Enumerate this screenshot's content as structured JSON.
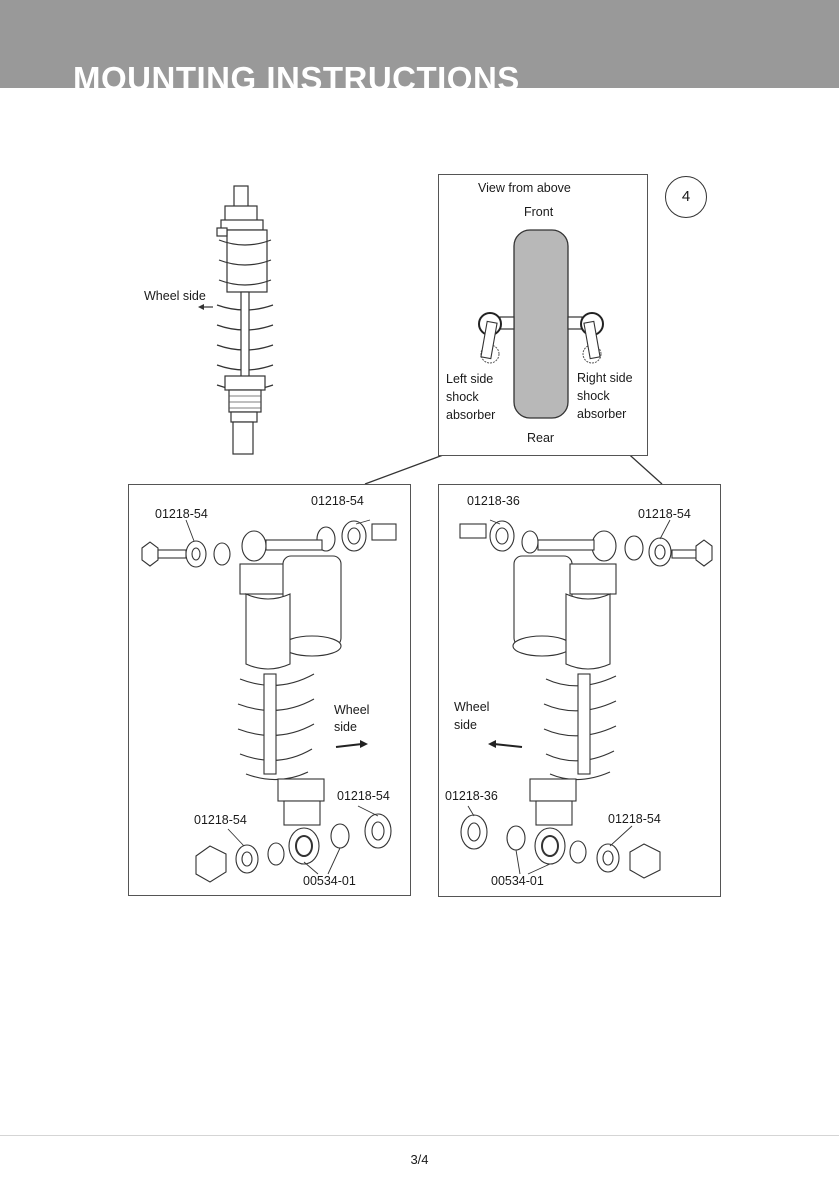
{
  "header": {
    "title": "MOUNTING INSTRUCTIONS"
  },
  "step": {
    "number": "4"
  },
  "shock_diagram": {
    "wheel_side": "Wheel side"
  },
  "top_view": {
    "title": "View from above",
    "front": "Front",
    "rear": "Rear",
    "left_label": [
      "Left side",
      "shock",
      "absorber"
    ],
    "right_label": [
      "Right side",
      "shock",
      "absorber"
    ]
  },
  "left_panel": {
    "top_left_part": "01218-54",
    "top_right_part": "01218-54",
    "wheel_side": [
      "Wheel",
      "side"
    ],
    "bottom_right_part": "01218-54",
    "bottom_left_part": "01218-54",
    "bottom_center_part": "00534-01"
  },
  "right_panel": {
    "top_left_part": "01218-36",
    "top_right_part": "01218-54",
    "wheel_side": [
      "Wheel",
      "side"
    ],
    "bottom_left_part": "01218-36",
    "bottom_right_part": "01218-54",
    "bottom_center_part": "00534-01"
  },
  "footer": {
    "page": "3/4"
  }
}
